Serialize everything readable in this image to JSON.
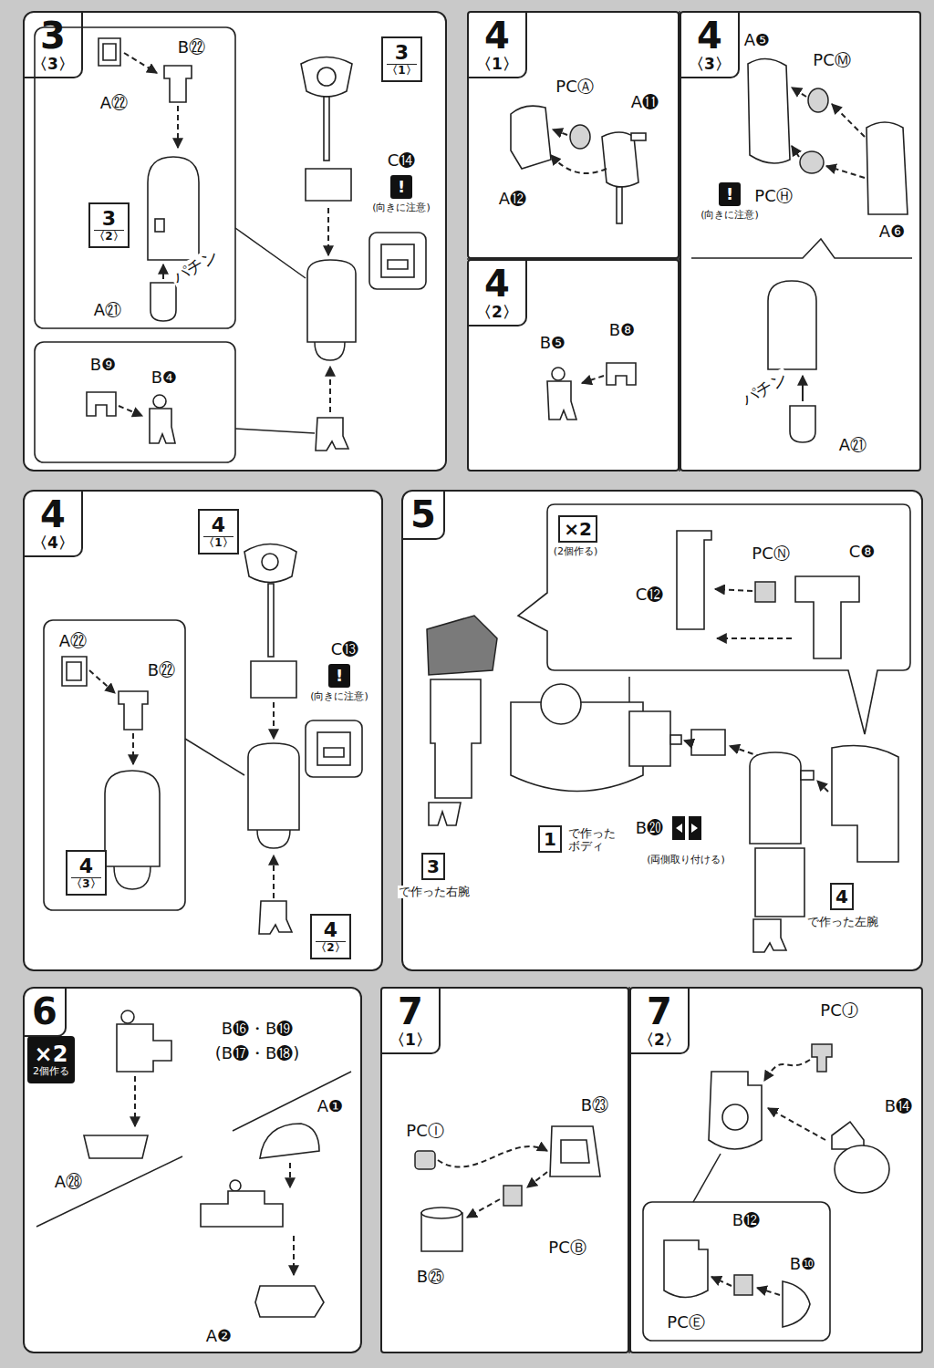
{
  "diagram": {
    "nodes": [
      {
        "text": [
          "3",
          "〈3〉"
        ]
      },
      {
        "text": [
          "3",
          "〈1〉"
        ],
        "in": 0
      },
      {
        "text": [
          "3",
          "〈2〉"
        ],
        "in": 0
      },
      {
        "text": [
          "!",
          "(向きに注意)"
        ],
        "in": 0
      },
      {
        "text": [
          "4",
          "〈1〉"
        ]
      },
      {
        "text": [
          "4",
          "〈3〉"
        ]
      },
      {
        "text": [
          "!",
          "(向きに注意)"
        ],
        "in": 5
      },
      {
        "text": [
          "4",
          "〈2〉"
        ]
      },
      {
        "text": [
          "4",
          "〈4〉"
        ]
      },
      {
        "text": [
          "4",
          "〈1〉"
        ],
        "in": 8
      },
      {
        "text": [
          "4",
          "〈3〉"
        ],
        "in": 8
      },
      {
        "text": [
          "4",
          "〈2〉"
        ],
        "in": 8
      },
      {
        "text": [
          "!",
          "(向きに注意)"
        ],
        "in": 8
      },
      {
        "text": [
          "5"
        ]
      },
      {
        "text": [
          "×2",
          "(2個作る)"
        ],
        "in": 13
      },
      {
        "text": [
          "1",
          "で作ったボディ"
        ],
        "in": 13
      },
      {
        "text": [
          "3",
          "で作った右腕"
        ],
        "in": 13
      },
      {
        "text": [
          "4",
          "で作った左腕"
        ],
        "in": 13
      },
      {
        "text": [
          "6"
        ]
      },
      {
        "text": [
          "×2",
          "2個作る"
        ],
        "in": 18
      },
      {
        "text": [
          "7",
          "〈1〉"
        ]
      },
      {
        "text": [
          "7",
          "〈2〉"
        ]
      }
    ],
    "labels": [
      "B㉒",
      "A㉒",
      "パチン",
      "A㉑",
      "B❾",
      "B❹",
      "C⓮",
      "PCⒶ",
      "A⓫",
      "A⓬",
      "A❺",
      "PCⓂ",
      "PCⒽ",
      "A❻",
      "パチン",
      "A㉑",
      "B❺",
      "B❽",
      "A㉒",
      "B㉒",
      "C⓭",
      "C⓬",
      "PCⓃ",
      "C❽",
      "B⓴",
      "(両側取り付ける)",
      "B⓰・B⓳",
      "(B⓱・B⓲)",
      "A❶",
      "A㉘",
      "A❷",
      "PCⒾ",
      "B㉓",
      "PCⒷ",
      "B㉕",
      "PCⒿ",
      "B⓮",
      "B⓬",
      "B❿",
      "PCⒺ"
    ]
  }
}
